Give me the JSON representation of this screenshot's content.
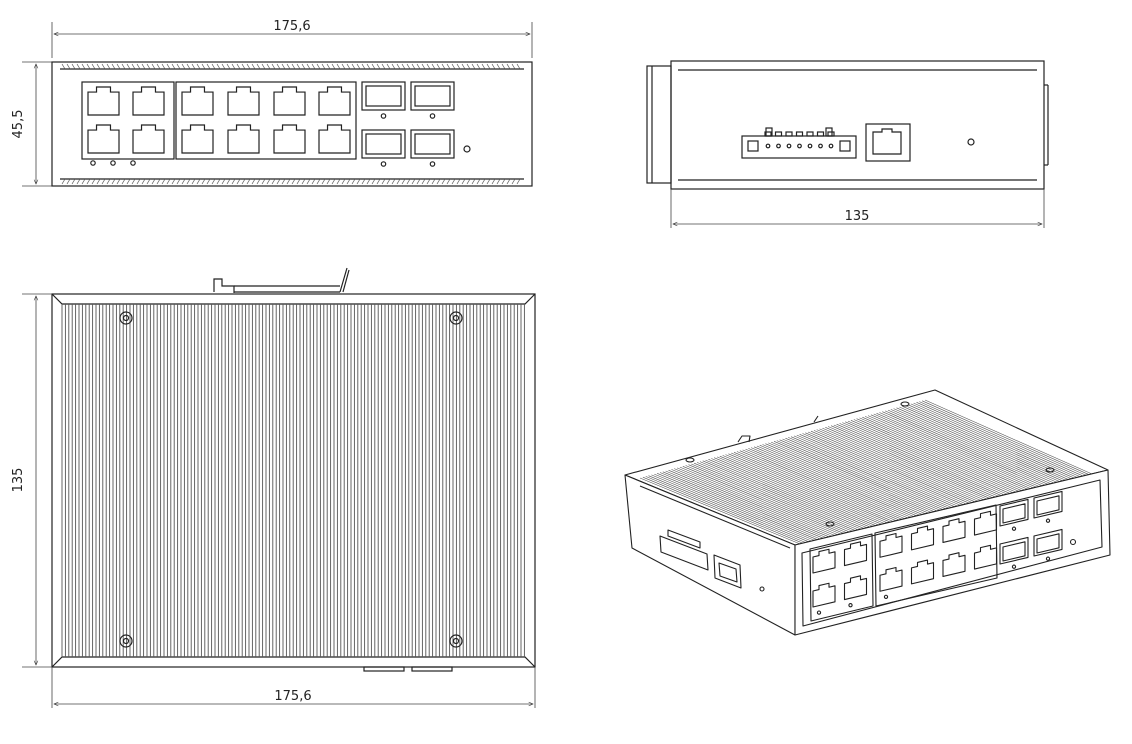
{
  "views": {
    "front": {
      "width_label": "175,6",
      "height_label": "45,5",
      "rj45_ports": 12,
      "sfp_ports": 4
    },
    "side": {
      "depth_label": "135"
    },
    "top": {
      "width_label": "175,6",
      "depth_label": "135"
    },
    "iso": {
      "rj45_ports": 12,
      "sfp_ports": 4
    }
  },
  "colors": {
    "line": "#222222",
    "fin": "#555555",
    "paper": "#ffffff"
  }
}
